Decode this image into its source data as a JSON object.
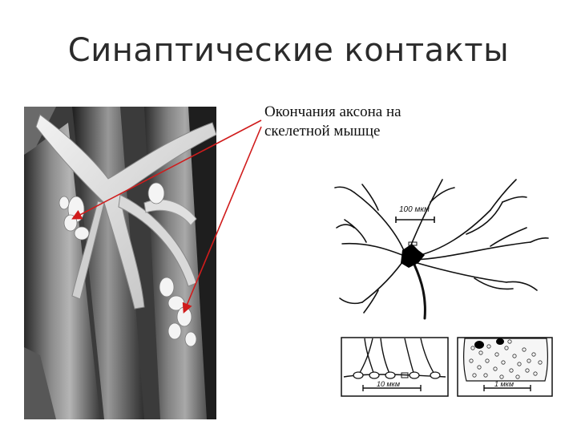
{
  "title": "Синаптические контакты",
  "caption": {
    "line1": "Окончания аксона на",
    "line2": "скелетной мышце"
  },
  "figures": {
    "neuron_scale": "100 мкм",
    "left_panel_scale": "10 мкм",
    "right_panel_scale": "1 мкм"
  },
  "colors": {
    "arrow": "#d01c1c",
    "title": "#2b2b2b"
  }
}
